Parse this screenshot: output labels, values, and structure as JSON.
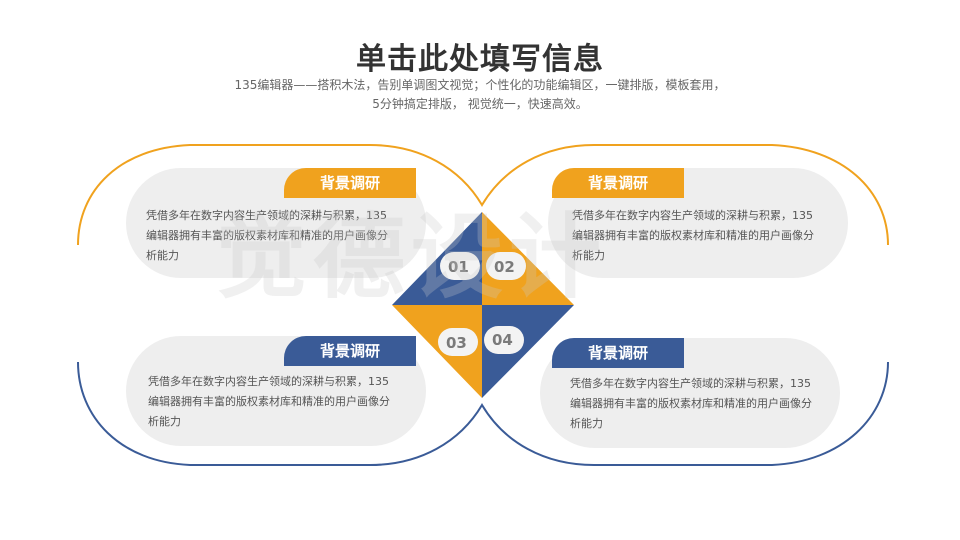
{
  "title": "单击此处填写信息",
  "subtitle": {
    "line1": "135编辑器——搭积木法，告别单调图文视觉；个性化的功能编辑区，一键排版，模板套用，",
    "line2": "5分钟搞定排版， 视觉统一，快速高效。"
  },
  "colors": {
    "orange": "#f0a21e",
    "blue": "#3a5b97",
    "card": "#eeeeee"
  },
  "center": {
    "numbers": [
      "01",
      "02",
      "03",
      "04"
    ]
  },
  "watermark": "觉德设计",
  "items": [
    {
      "tag": "背景调研",
      "text": "凭借多年在数字内容生产领域的深耕与积累，135编辑器拥有丰富的版权素材库和精准的用户画像分析能力"
    },
    {
      "tag": "背景调研",
      "text": "凭借多年在数字内容生产领域的深耕与积累，135编辑器拥有丰富的版权素材库和精准的用户画像分析能力"
    },
    {
      "tag": "背景调研",
      "text": "凭借多年在数字内容生产领域的深耕与积累，135编辑器拥有丰富的版权素材库和精准的用户画像分析能力"
    },
    {
      "tag": "背景调研",
      "text": "凭借多年在数字内容生产领域的深耕与积累，135编辑器拥有丰富的版权素材库和精准的用户画像分析能力"
    }
  ]
}
